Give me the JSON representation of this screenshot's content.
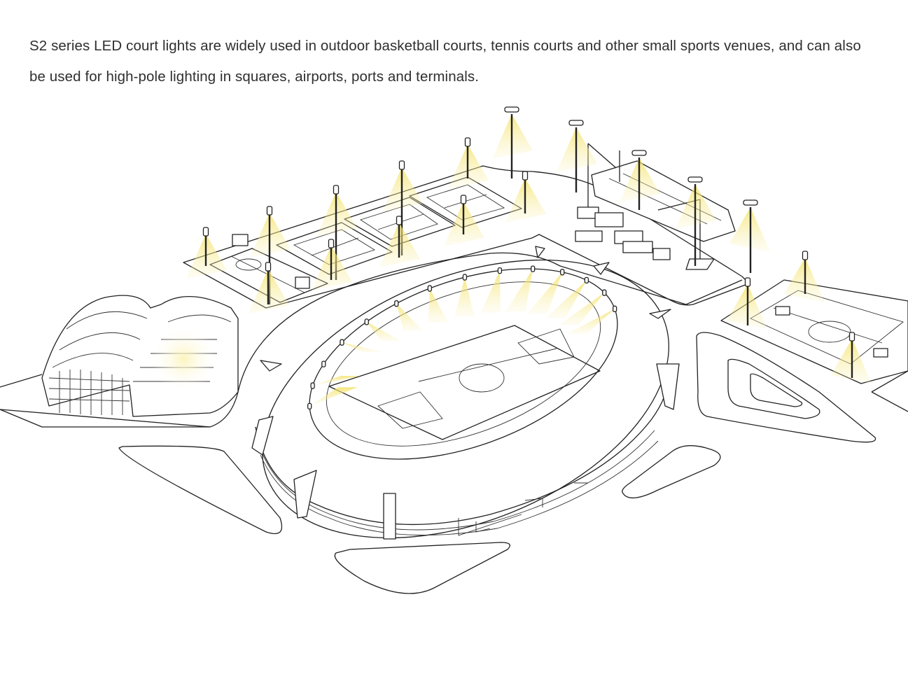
{
  "intro": {
    "line1": "S2 series LED court lights are widely used in outdoor basketball courts, tennis courts and other small sports venues, and can also",
    "line2": "be used for high-pole lighting in squares, airports, ports and terminals."
  },
  "colors": {
    "text": "#2f2f2f",
    "line": "#222222",
    "light_beam": "#f6e98a"
  },
  "illustration": {
    "icon": "sports-venue-lighting-illustration"
  }
}
